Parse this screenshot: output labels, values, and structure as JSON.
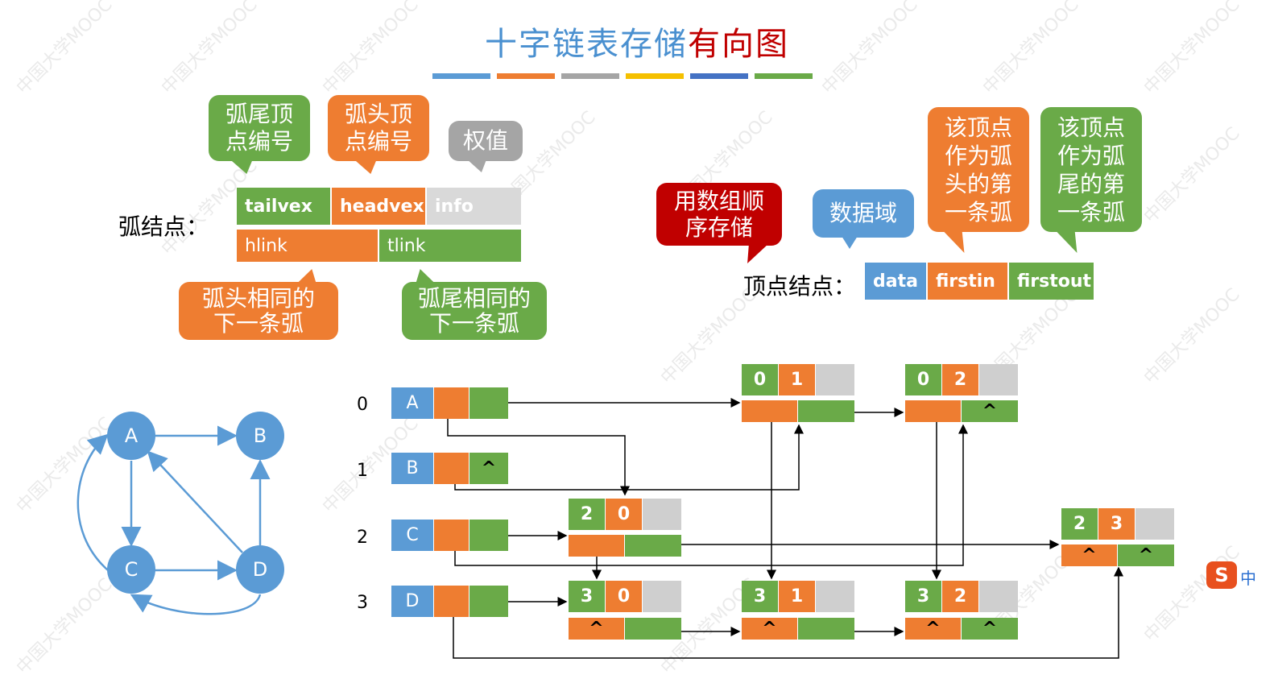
{
  "title": {
    "part1": "十字链表存储",
    "part2": "有向图"
  },
  "stripe_colors": [
    "#5b9bd5",
    "#ee7d31",
    "#a5a5a5",
    "#f5c000",
    "#4472c4",
    "#6aaa48"
  ],
  "arc_node": {
    "label": "弧结点：",
    "fields": {
      "tailvex": "tailvex",
      "headvex": "headvex",
      "info": "info",
      "hlink": "hlink",
      "tlink": "tlink"
    },
    "bubbles": {
      "tail_no": "弧尾顶\n点编号",
      "head_no": "弧头顶\n点编号",
      "weight": "权值",
      "same_head": "弧头相同的\n下一条弧",
      "same_tail": "弧尾相同的\n下一条弧"
    }
  },
  "vertex_node": {
    "label": "顶点结点：",
    "fields": {
      "data": "data",
      "firstin": "firstin",
      "firstout": "firstout"
    },
    "bubbles": {
      "array": "用数组顺\n序存储",
      "data_field": "数据域",
      "first_in": "该顶点\n作为弧\n头的第\n一条弧",
      "first_out": "该顶点\n作为弧\n尾的第\n一条弧"
    }
  },
  "graph": {
    "nodes": [
      "A",
      "B",
      "C",
      "D"
    ]
  },
  "vertices": [
    {
      "index": "0",
      "data": "A"
    },
    {
      "index": "1",
      "data": "B",
      "tlink": "^"
    },
    {
      "index": "2",
      "data": "C"
    },
    {
      "index": "3",
      "data": "D"
    }
  ],
  "arcs": {
    "a01": {
      "tail": "0",
      "head": "1"
    },
    "a02": {
      "tail": "0",
      "head": "2",
      "tlink": "^"
    },
    "a20": {
      "tail": "2",
      "head": "0"
    },
    "a23": {
      "tail": "2",
      "head": "3",
      "hlink": "^",
      "tlink": "^"
    },
    "a30": {
      "tail": "3",
      "head": "0",
      "hlink": "^"
    },
    "a31": {
      "tail": "3",
      "head": "1",
      "hlink": "^"
    },
    "a32": {
      "tail": "3",
      "head": "2",
      "hlink": "^",
      "tlink": "^"
    }
  },
  "watermark": "中国大学MOOC",
  "ime_badge": {
    "icon": "S",
    "text": "中"
  }
}
